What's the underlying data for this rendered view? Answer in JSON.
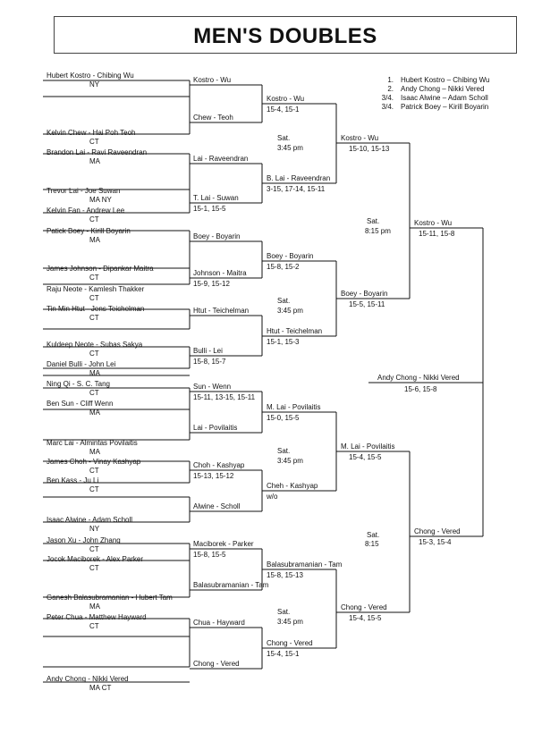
{
  "title": "MEN'S DOUBLES",
  "seeds": [
    {
      "rank": "1.",
      "team": "Hubert Kostro – Chibing Wu"
    },
    {
      "rank": "2.",
      "team": "Andy Chong – Nikki Vered"
    },
    {
      "rank": "3/4.",
      "team": "Isaac Alwine – Adam Scholl"
    },
    {
      "rank": "3/4.",
      "team": "Patrick Boey – Kirill Boyarin"
    }
  ],
  "entries": [
    {
      "team": "Hubert Kostro - Chibing Wu",
      "region": "NY"
    },
    {
      "team": "",
      "region": ""
    },
    {
      "team": "Kelvin Chew - Hai Poh Teoh",
      "region": "CT"
    },
    {
      "team": "Brandon Lai - Ravi Raveendran",
      "region": "MA"
    },
    {
      "team": "Trevor Lai - Joe Suwan",
      "region": "MA        NY"
    },
    {
      "team": "Kelvin Fan - Andrew Lee",
      "region": "CT"
    },
    {
      "team": "Patick Boey - Kirill Boyarin",
      "region": "MA"
    },
    {
      "team": "",
      "region": ""
    },
    {
      "team": "James Johnson - Dipankar Maitra",
      "region": "CT"
    },
    {
      "team": "Raju Neote - Kamlesh Thakker",
      "region": "CT"
    },
    {
      "team": "Tin Min Htut - Jens Teichelman",
      "region": "CT"
    },
    {
      "team": "",
      "region": ""
    },
    {
      "team": "Kuldeep Neote - Subas Sakya",
      "region": "CT"
    },
    {
      "team": "Daniel Bulli - John Lei",
      "region": "MA"
    },
    {
      "team": "Ning Qi - S. C. Tang",
      "region": "CT"
    },
    {
      "team": "Ben Sun - Cliff Wenn",
      "region": "MA"
    },
    {
      "team": "Marc Lai - Almintas Povilaitis",
      "region": "MA"
    },
    {
      "team": "James Choh - Vinay Kashyap",
      "region": "CT"
    },
    {
      "team": "Ben Kass - Ju Li",
      "region": "CT"
    },
    {
      "team": "",
      "region": ""
    },
    {
      "team": "Isaac Alwine - Adam Scholl",
      "region": "NY"
    },
    {
      "team": "Jason Xu - John Zhang",
      "region": "CT"
    },
    {
      "team": "Jocok Maciborek - Alex Parker",
      "region": "CT"
    },
    {
      "team": "Ganesh Balasubramanian - Hubert Tam",
      "region": "MA"
    },
    {
      "team": "Peter Chua - Matthew Hayward",
      "region": "CT"
    },
    {
      "team": "",
      "region": ""
    },
    {
      "team": "",
      "region": ""
    },
    {
      "team": "Andy Chong - Nikki Vered",
      "region": "MA              CT"
    }
  ],
  "round1": [
    {
      "winner": "Kostro - Wu",
      "score": ""
    },
    {
      "winner": "Chew - Teoh",
      "score": ""
    },
    {
      "winner": "Lai - Raveendran",
      "score": ""
    },
    {
      "winner": "T. Lai - Suwan",
      "score": "15-1, 15-5"
    },
    {
      "winner": "Boey - Boyarin",
      "score": ""
    },
    {
      "winner": "Johnson - Maitra",
      "score": "15-9, 15-12"
    },
    {
      "winner": "Htut - Teichelman",
      "score": ""
    },
    {
      "winner": "Bulli - Lei",
      "score": "15-8, 15-7"
    },
    {
      "winner": "Sun - Wenn",
      "score": "15-11, 13-15, 15-11"
    },
    {
      "winner": "Lai - Povilaitis",
      "score": ""
    },
    {
      "winner": "Choh - Kashyap",
      "score": "15-13, 15-12"
    },
    {
      "winner": "Alwine - Scholl",
      "score": ""
    },
    {
      "winner": "Maciborek - Parker",
      "score": "15-8, 15-5"
    },
    {
      "winner": "Balasubramanian - Tam",
      "score": ""
    },
    {
      "winner": "Chua - Hayward",
      "score": ""
    },
    {
      "winner": "Chong - Vered",
      "score": ""
    }
  ],
  "round2": [
    {
      "winner": "Kostro - Wu",
      "score": "15-4, 15-1"
    },
    {
      "winner": "B. Lai - Raveendran",
      "score": "3-15, 17-14, 15-11"
    },
    {
      "winner": "Boey - Boyarin",
      "score": "15-8, 15-2"
    },
    {
      "winner": "Htut - Teichelman",
      "score": "15-1, 15-3"
    },
    {
      "winner": "M. Lai - Povilaitis",
      "score": "15-0, 15-5"
    },
    {
      "winner": "Cheh - Kashyap",
      "score": "w/o"
    },
    {
      "winner": "Balasubramanian - Tam",
      "score": "15-8, 15-13"
    },
    {
      "winner": "Chong - Vered",
      "score": "15-4, 15-1"
    }
  ],
  "round3": [
    {
      "winner": "Kostro - Wu",
      "score": "15-10, 15-13"
    },
    {
      "winner": "Boey - Boyarin",
      "score": "15-5, 15-11"
    },
    {
      "winner": "M. Lai - Povilaitis",
      "score": "15-4, 15-5"
    },
    {
      "winner": "Chong - Vered",
      "score": "15-4, 15-5"
    }
  ],
  "round4": [
    {
      "winner": "Kostro - Wu",
      "score": "15-11, 15-8"
    },
    {
      "winner": "Chong - Vered",
      "score": "15-3, 15-4"
    }
  ],
  "champion": {
    "winner": "Andy Chong - Nikki Vered",
    "score": "15-6, 15-8"
  },
  "times_r2": [
    "Sat.",
    "3:45 pm",
    "Sat.",
    "3:45 pm",
    "Sat.",
    "3:45 pm",
    "Sat.",
    "3:45 pm"
  ],
  "times_r3": [
    "Sat.",
    "8:15 pm",
    "Sat.",
    "8:15"
  ]
}
